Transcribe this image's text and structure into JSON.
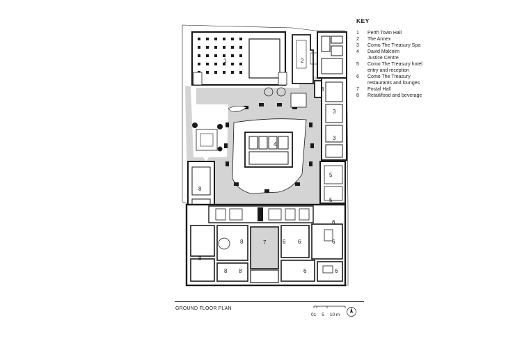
{
  "key": {
    "title": "KEY",
    "items": [
      {
        "num": "1",
        "text": "Perth Town Hall"
      },
      {
        "num": "2",
        "text": "The Annex"
      },
      {
        "num": "3",
        "text": "Como The Treasury Spa"
      },
      {
        "num": "4",
        "text": "David Malcolm\nJustice Centre"
      },
      {
        "num": "5",
        "text": "Como The Treasury hotel\nentry and reception"
      },
      {
        "num": "6",
        "text": "Como The Treasury\nrestaurants and lounges"
      },
      {
        "num": "7",
        "text": "Postal Hall"
      },
      {
        "num": "8",
        "text": "Retail/food and beverage"
      }
    ]
  },
  "plan": {
    "caption": "GROUND FLOOR PLAN",
    "scale_labels": [
      "0",
      "1",
      "5",
      "10 m"
    ],
    "room_labels": [
      "1",
      "2",
      "3",
      "3",
      "3",
      "4",
      "5",
      "5",
      "6",
      "6",
      "6",
      "6",
      "6",
      "6",
      "7",
      "8",
      "8",
      "8",
      "8",
      "8"
    ]
  },
  "colors": {
    "ink": "#1a1a1a",
    "courtyard": "#d4d4d4",
    "background": "#ffffff"
  }
}
